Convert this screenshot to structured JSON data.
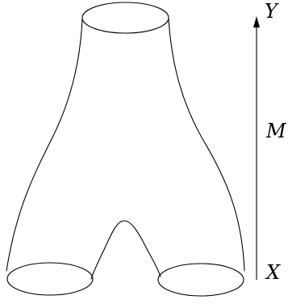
{
  "labels": {
    "top": "Y",
    "middle": "M",
    "bottom": "X"
  },
  "colors": {
    "stroke": "#000000",
    "background": "#ffffff"
  }
}
